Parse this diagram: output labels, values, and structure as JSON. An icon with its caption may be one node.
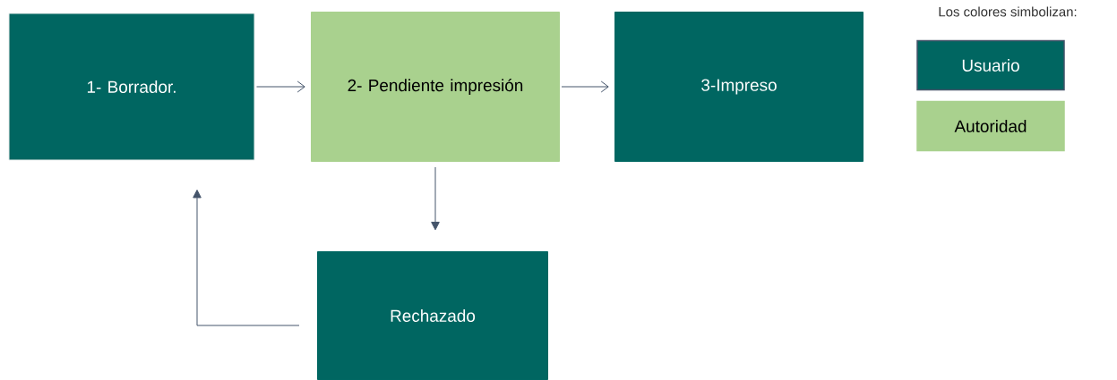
{
  "diagram": {
    "nodes": [
      {
        "text": [
          "1- Borrador."
        ]
      },
      {
        "text": [
          "2- Pendiente impresión"
        ]
      },
      {
        "text": [
          "3-Impreso"
        ]
      },
      {
        "text": [
          "Rechazado"
        ]
      }
    ],
    "edges": [
      {
        "from": 0,
        "to": 1,
        "arrow": "to"
      },
      {
        "from": 1,
        "to": 2,
        "arrow": "to"
      },
      {
        "from": 1,
        "to": 3,
        "arrow": "to"
      },
      {
        "from": 3,
        "to": 0,
        "arrow": "to"
      }
    ],
    "labels": [
      "Los colores simbolizan:"
    ],
    "legend": [
      {
        "text": "Usuario",
        "color": "#006661"
      },
      {
        "text": "Autoridad",
        "color": "#a9d18e"
      }
    ]
  }
}
